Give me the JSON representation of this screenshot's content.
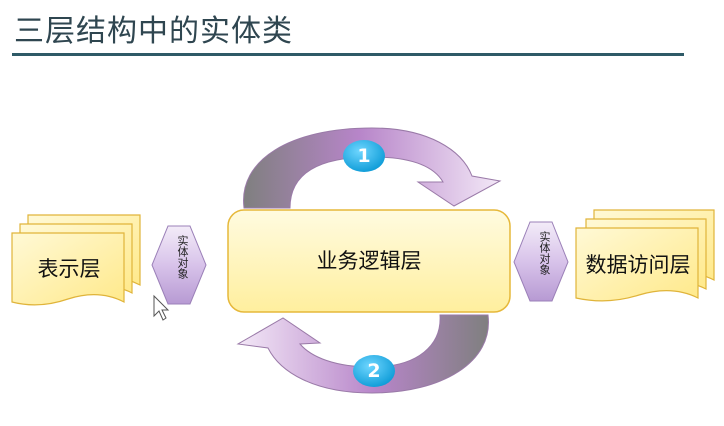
{
  "title": "三层结构中的实体类",
  "layers": {
    "presentation": "表示层",
    "business": "业务逻辑层",
    "data_access": "数据访问层"
  },
  "entity_label": "实体对象",
  "flow_steps": [
    "1",
    "2"
  ],
  "colors": {
    "title": "#2f4650",
    "rule": "#2e5a67",
    "box_fill": "#fff6c4",
    "box_border": "#e8b93a",
    "arrow_purple": "#b070c4",
    "arrow_gray": "#8e8e8e",
    "badge": "#1fb4ea"
  }
}
